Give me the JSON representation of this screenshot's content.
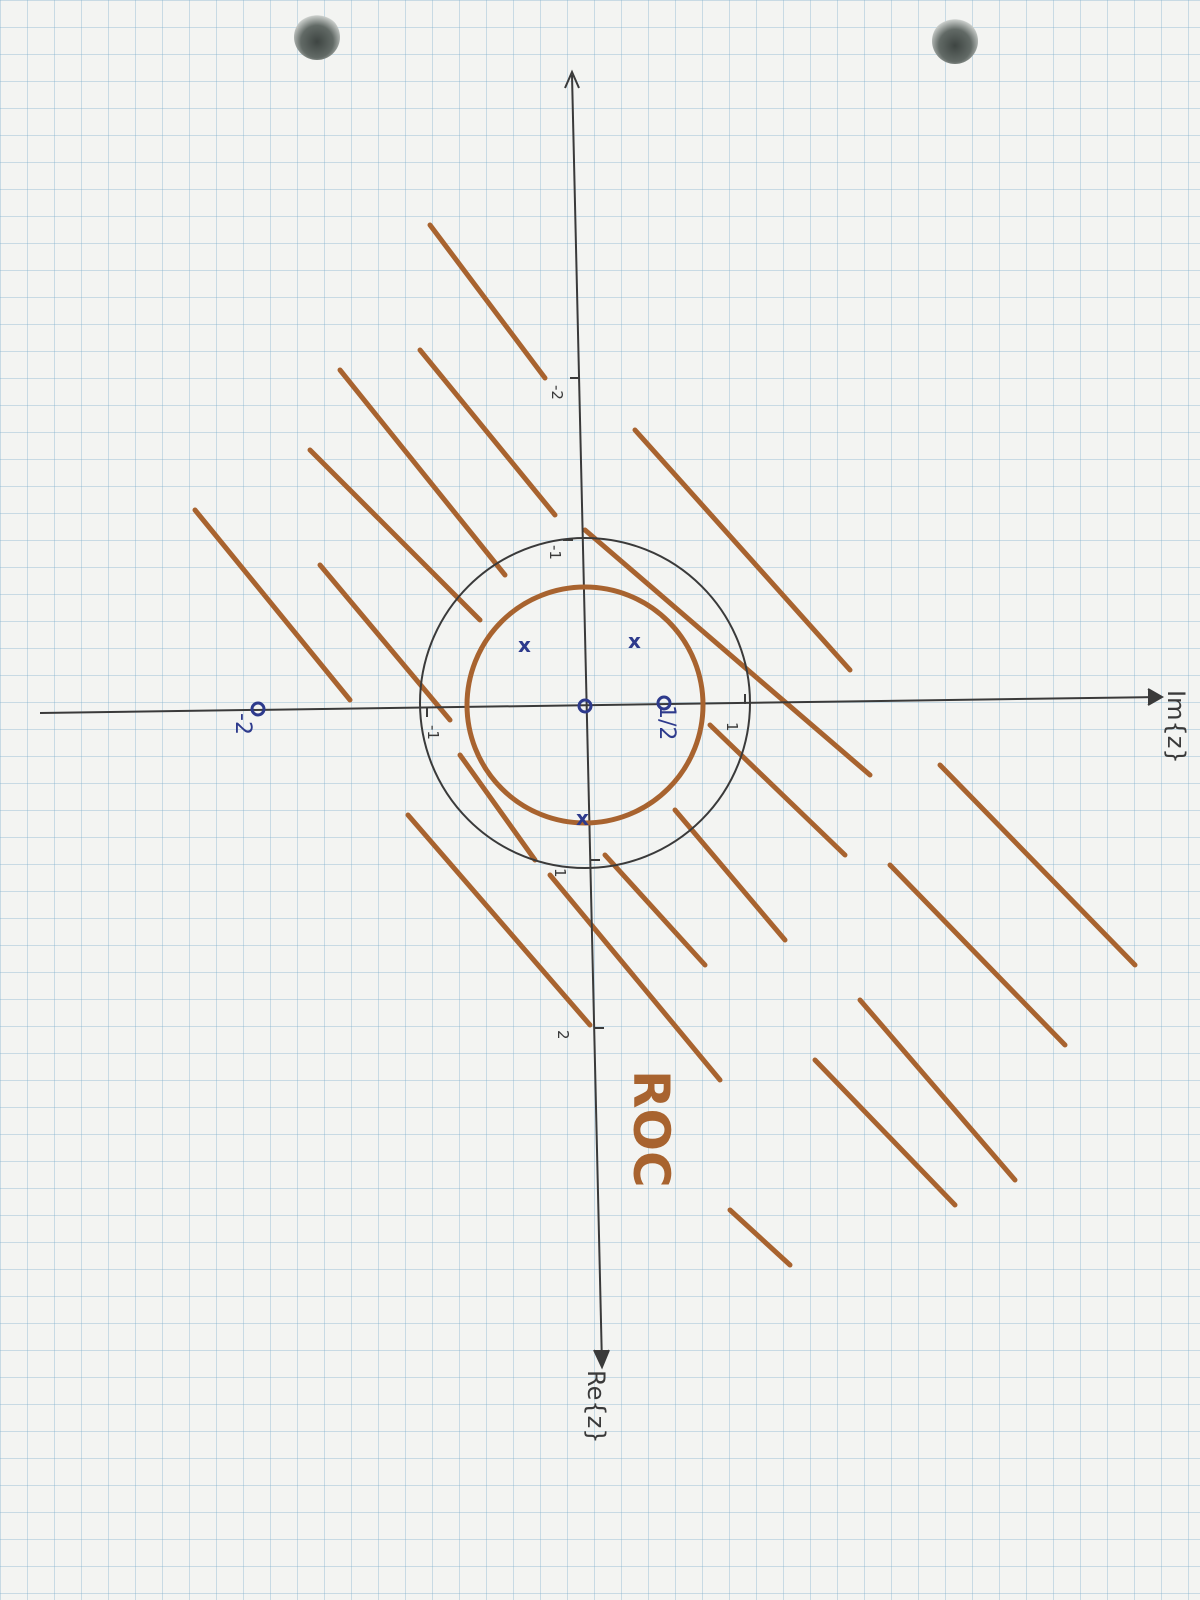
{
  "axes": {
    "im_label": "Im{z}",
    "re_label": "Re{z}"
  },
  "ticks": {
    "im_pos_1": "1",
    "im_neg_1": "-1",
    "re_pos_1": "1",
    "re_neg_1": "-1",
    "re_pos_2": "2",
    "re_neg_2": "-2"
  },
  "markers": {
    "zero_origin": "0",
    "zero_half": "1/2",
    "zero_neg2": "-2",
    "pole_symbol": "x"
  },
  "roc_label": "ROC",
  "colors": {
    "ink": "#3a3a3a",
    "roc_brown": "#a8632f",
    "marker_blue": "#2d3a8c",
    "grid": "#9fc3d6"
  }
}
